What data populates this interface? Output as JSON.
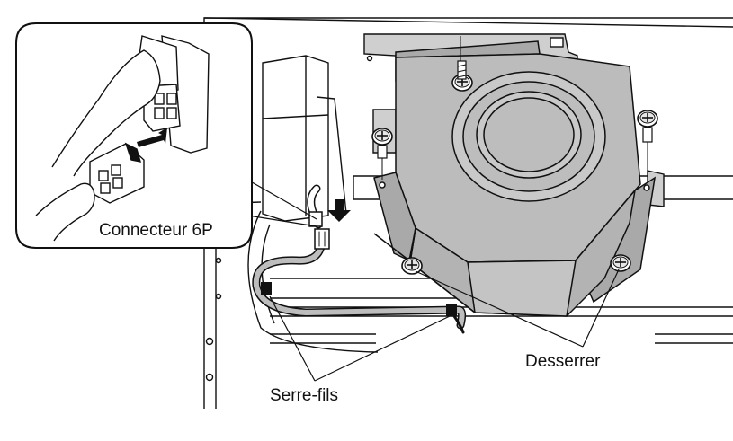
{
  "labels": {
    "connector": "Connecteur 6P",
    "loosen": "Desserrer",
    "cable_clamps": "Serre-fils"
  },
  "colors": {
    "unit_fill": "#bcbcbc",
    "unit_dark": "#a9a9a9",
    "unit_light": "#cfcfcf",
    "outline": "#111111",
    "background": "#ffffff"
  },
  "icons": {
    "arrow": "arrow-icon",
    "screw": "screw-icon"
  }
}
